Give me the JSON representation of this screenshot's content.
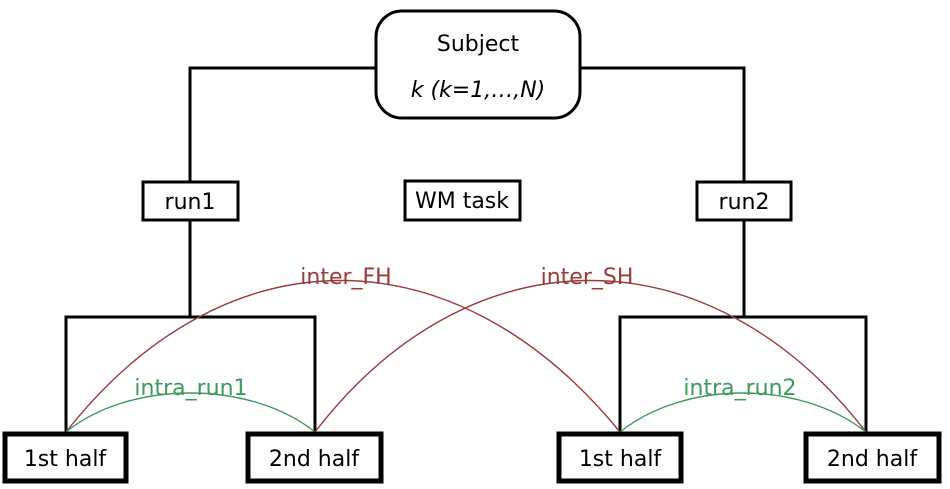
{
  "subject": {
    "title": "Subject",
    "formula": "k (k=1,…,N)"
  },
  "task_label": "WM task",
  "runs": [
    {
      "label": "run1"
    },
    {
      "label": "run2"
    }
  ],
  "halves": [
    {
      "label": "1st half"
    },
    {
      "label": "2nd half"
    },
    {
      "label": "1st half"
    },
    {
      "label": "2nd half"
    }
  ],
  "comparisons": {
    "inter_fh": "inter_FH",
    "inter_sh": "inter_SH",
    "intra_run1": "intra_run1",
    "intra_run2": "intra_run2"
  },
  "colors": {
    "inter": "#9a3b3b",
    "intra": "#3c9a5c",
    "line": "#000000"
  }
}
